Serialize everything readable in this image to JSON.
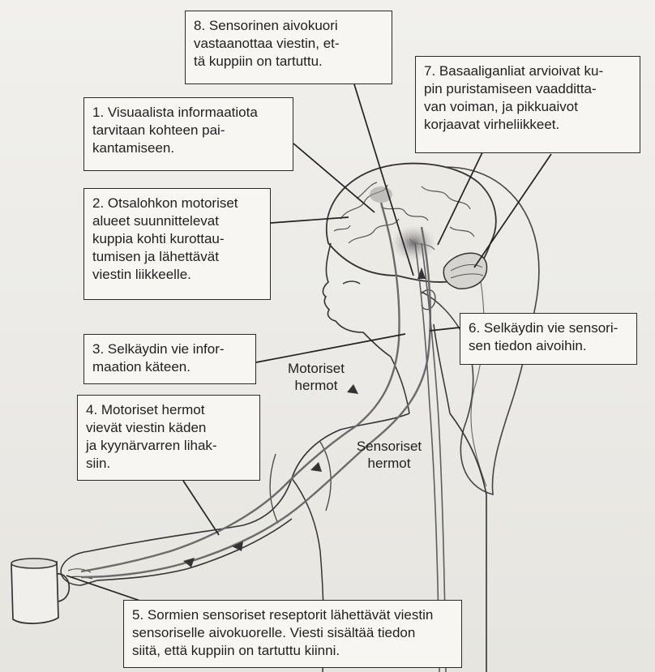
{
  "callouts": {
    "c1": "1. Visuaalista informaatiota\n    tarvitaan kohteen pai-\n    kantamiseen.",
    "c2": "2. Otsalohkon motoriset\n    alueet suunnittelevat\n    kuppia kohti kurottau-\n    tumisen ja lähettävät\n    viestin liikkeelle.",
    "c3": "3. Selkäydin vie infor-\n    maation käteen.",
    "c4": "4. Motoriset hermot\n    vievät viestin käden\n    ja kyynärvarren lihak-\n    siin.",
    "c5": "5. Sormien sensoriset reseptorit lähettävät viestin\n    sensoriselle aivokuorelle. Viesti sisältää tiedon\n    siitä, että kuppiin on tartuttu kiinni.",
    "c6": "6. Selkäydin vie sensori-\n    sen tiedon aivoihin.",
    "c7": "7. Basaaliganliat arvioivat ku-\n    pin puristamiseen vaadditta-\n    van voiman, ja pikkuaivot\n    korjaavat virheliikkeet.",
    "c8": "8. Sensorinen aivokuori\n    vastaanottaa viestin, et-\n    tä kuppiin on tartuttu."
  },
  "labels": {
    "motor_nerves": "Motoriset\nhermot",
    "sensory_nerves": "Sensoriset\nhermot"
  },
  "colors": {
    "background": "#ecebe7",
    "box_fill": "#f7f6f2",
    "ink": "#1f1f1f",
    "brain_shade": "#9a9a9a"
  }
}
